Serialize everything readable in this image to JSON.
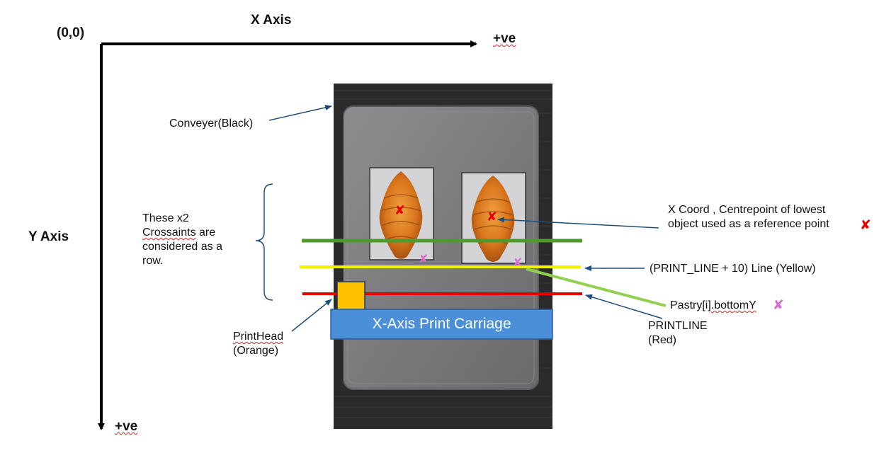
{
  "axes": {
    "origin_label": "(0,0)",
    "x_axis_title": "X Axis",
    "x_positive_label": "+ve",
    "y_axis_title": "Y Axis",
    "y_positive_label": "+ve"
  },
  "labels": {
    "conveyer": "Conveyer(Black)",
    "row_note": {
      "line1": "These x2",
      "line2_word": "Crossaints",
      "line2_rest": " are",
      "line3": "considered as a",
      "line4": "row."
    },
    "x_coord": {
      "line1": "X Coord , Centrepoint of lowest",
      "line2": "object  used as a reference point"
    },
    "yellow_line": "(PRINT_LINE + 10) Line (Yellow)",
    "pastry": {
      "prefix": "Pastry[i]",
      "suffix_word": ".bottomY"
    },
    "printline": {
      "line1": "PRINTLINE",
      "line2": "(Red)"
    },
    "printhead": {
      "line1": "PrintHead",
      "line2": "(Orange)"
    },
    "carriage": "X-Axis Print Carriage"
  },
  "markers": {
    "red_x_glyph": "✘",
    "pink_x_glyph": "✘"
  },
  "colors": {
    "green_line": "#4e9a2e",
    "yellow_line": "#f2f200",
    "red_line": "#e80000",
    "printhead": "#ffc000",
    "carriage": "#4a8fd8",
    "conveyor": "#2b2b2b",
    "tray": "#7f7f81",
    "arrow": "#1f4e79",
    "pastry_leader": "#92d050",
    "red_marker": "#e80000",
    "pink_marker": "#d86ecc"
  }
}
